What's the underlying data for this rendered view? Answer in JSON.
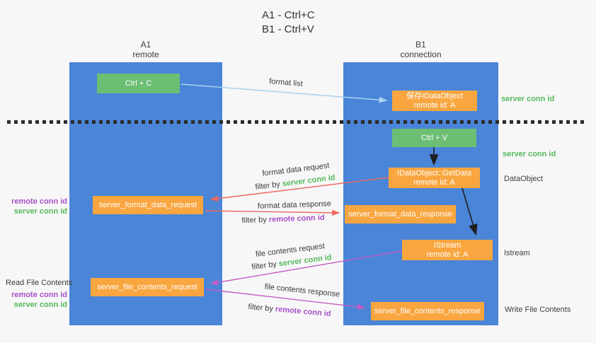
{
  "colors": {
    "lane_blue": "#4a85d8",
    "node_green": "#6cbe74",
    "node_orange": "#f9a640",
    "arrow_light_blue": "#a9d2f0",
    "arrow_salmon": "#ed685e",
    "arrow_magenta": "#c45bc5",
    "arrow_black": "#1f1f1f",
    "text_green": "#55b85c",
    "text_purple": "#a750c8",
    "bg": "#f7f7f7"
  },
  "title": {
    "line1": "A1 - Ctrl+C",
    "line2": "B1 - Ctrl+V"
  },
  "lanes": {
    "left": {
      "name": "A1",
      "role": "remote"
    },
    "right": {
      "name": "B1",
      "role": "connection"
    }
  },
  "nodes": {
    "ctrl_c": {
      "label": "Ctrl + C"
    },
    "save_idataobject": {
      "line1": "保存IDataObject",
      "line2": "remote id: A"
    },
    "ctrl_v": {
      "label": "Ctrl + V"
    },
    "idataobject_getdata": {
      "line1": "IDataObject::GetData",
      "line2": "remote id: A"
    },
    "server_format_data_request": {
      "label": "server_format_data_request"
    },
    "server_format_data_response": {
      "label": "server_format_data_response"
    },
    "istream": {
      "line1": "IStream",
      "line2": "remote id: A"
    },
    "server_file_contents_request": {
      "label": "server_file_contents_request"
    },
    "server_file_contents_response": {
      "label": "server_file_contents_response"
    }
  },
  "arrow_labels": {
    "format_list": "format list",
    "format_data_request": "format data request",
    "format_data_response": "format data response",
    "file_contents_request": "file contents request",
    "file_contents_response": "file contents response",
    "filter_by": "filter by",
    "server_conn_id": "server conn id",
    "remote_conn_id": "remote conn id"
  },
  "side_labels": {
    "server_conn_id_top": "server conn id",
    "server_conn_id_mid": "server conn id",
    "dataobject": "DataObject",
    "istream": "Istream",
    "read_file_contents": "Read File Contents",
    "write_file_contents": "Write File Contents",
    "remote_conn_id_1": "remote conn id",
    "server_conn_id_1": "server conn id",
    "remote_conn_id_2": "remote conn id",
    "server_conn_id_2": "server conn id"
  }
}
